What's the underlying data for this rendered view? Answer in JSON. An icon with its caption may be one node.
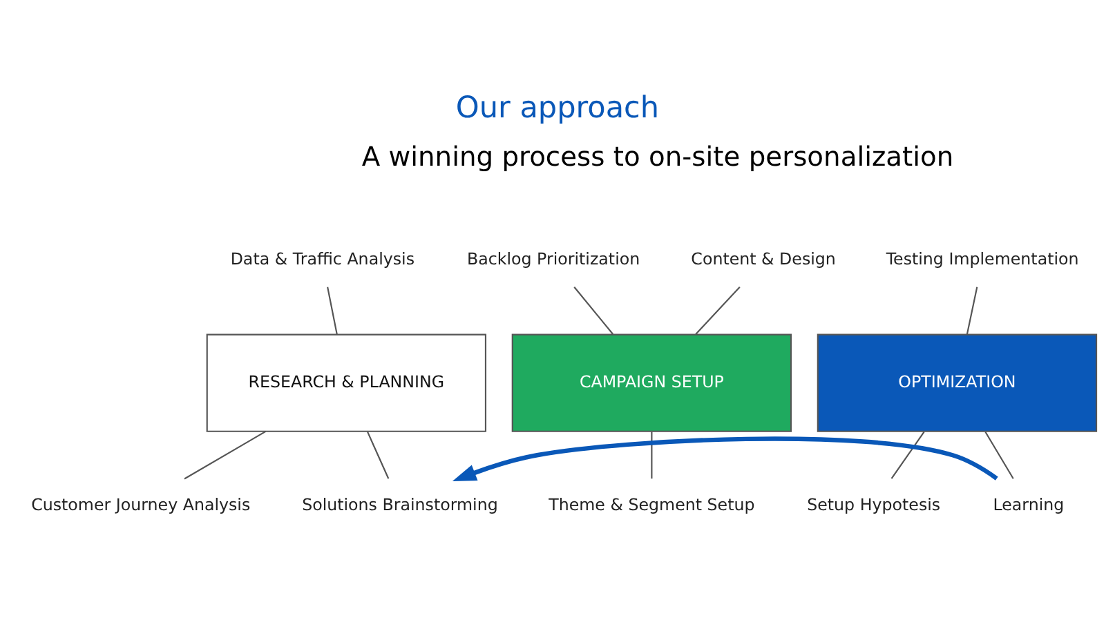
{
  "diagram": {
    "title": "Our approach",
    "nodes": [
      {
        "text": [
          "RESEARCH & PLANNING"
        ]
      },
      {
        "text": [
          "CAMPAIGN SETUP"
        ]
      },
      {
        "text": [
          "OPTIMIZATION"
        ]
      },
      {
        "text": [
          "Data & Traffic Analysis"
        ]
      },
      {
        "text": [
          "Backlog Prioritization"
        ]
      },
      {
        "text": [
          "Content & Design"
        ]
      },
      {
        "text": [
          "Testing Implementation"
        ]
      },
      {
        "text": [
          "Customer Journey Analysis"
        ]
      },
      {
        "text": [
          "Solutions Brainstorming"
        ]
      },
      {
        "text": [
          "Theme & Segment Setup"
        ]
      },
      {
        "text": [
          "Setup Hypotesis"
        ]
      },
      {
        "text": [
          "Learning"
        ]
      }
    ],
    "edges": [
      {
        "from": 3,
        "to": 0,
        "arrow": "none"
      },
      {
        "from": 4,
        "to": 1,
        "arrow": "none"
      },
      {
        "from": 5,
        "to": 1,
        "arrow": "none"
      },
      {
        "from": 6,
        "to": 2,
        "arrow": "none"
      },
      {
        "from": 0,
        "to": 7,
        "arrow": "none"
      },
      {
        "from": 0,
        "to": 8,
        "arrow": "none"
      },
      {
        "from": 1,
        "to": 9,
        "arrow": "none"
      },
      {
        "from": 2,
        "to": 10,
        "arrow": "none"
      },
      {
        "from": 2,
        "to": 11,
        "arrow": "none"
      },
      {
        "from": 11,
        "to": 8,
        "arrow": "to",
        "style": "thick",
        "color": "#0a58b8"
      }
    ],
    "labels": [
      "A winning process to on-site personalization"
    ]
  }
}
